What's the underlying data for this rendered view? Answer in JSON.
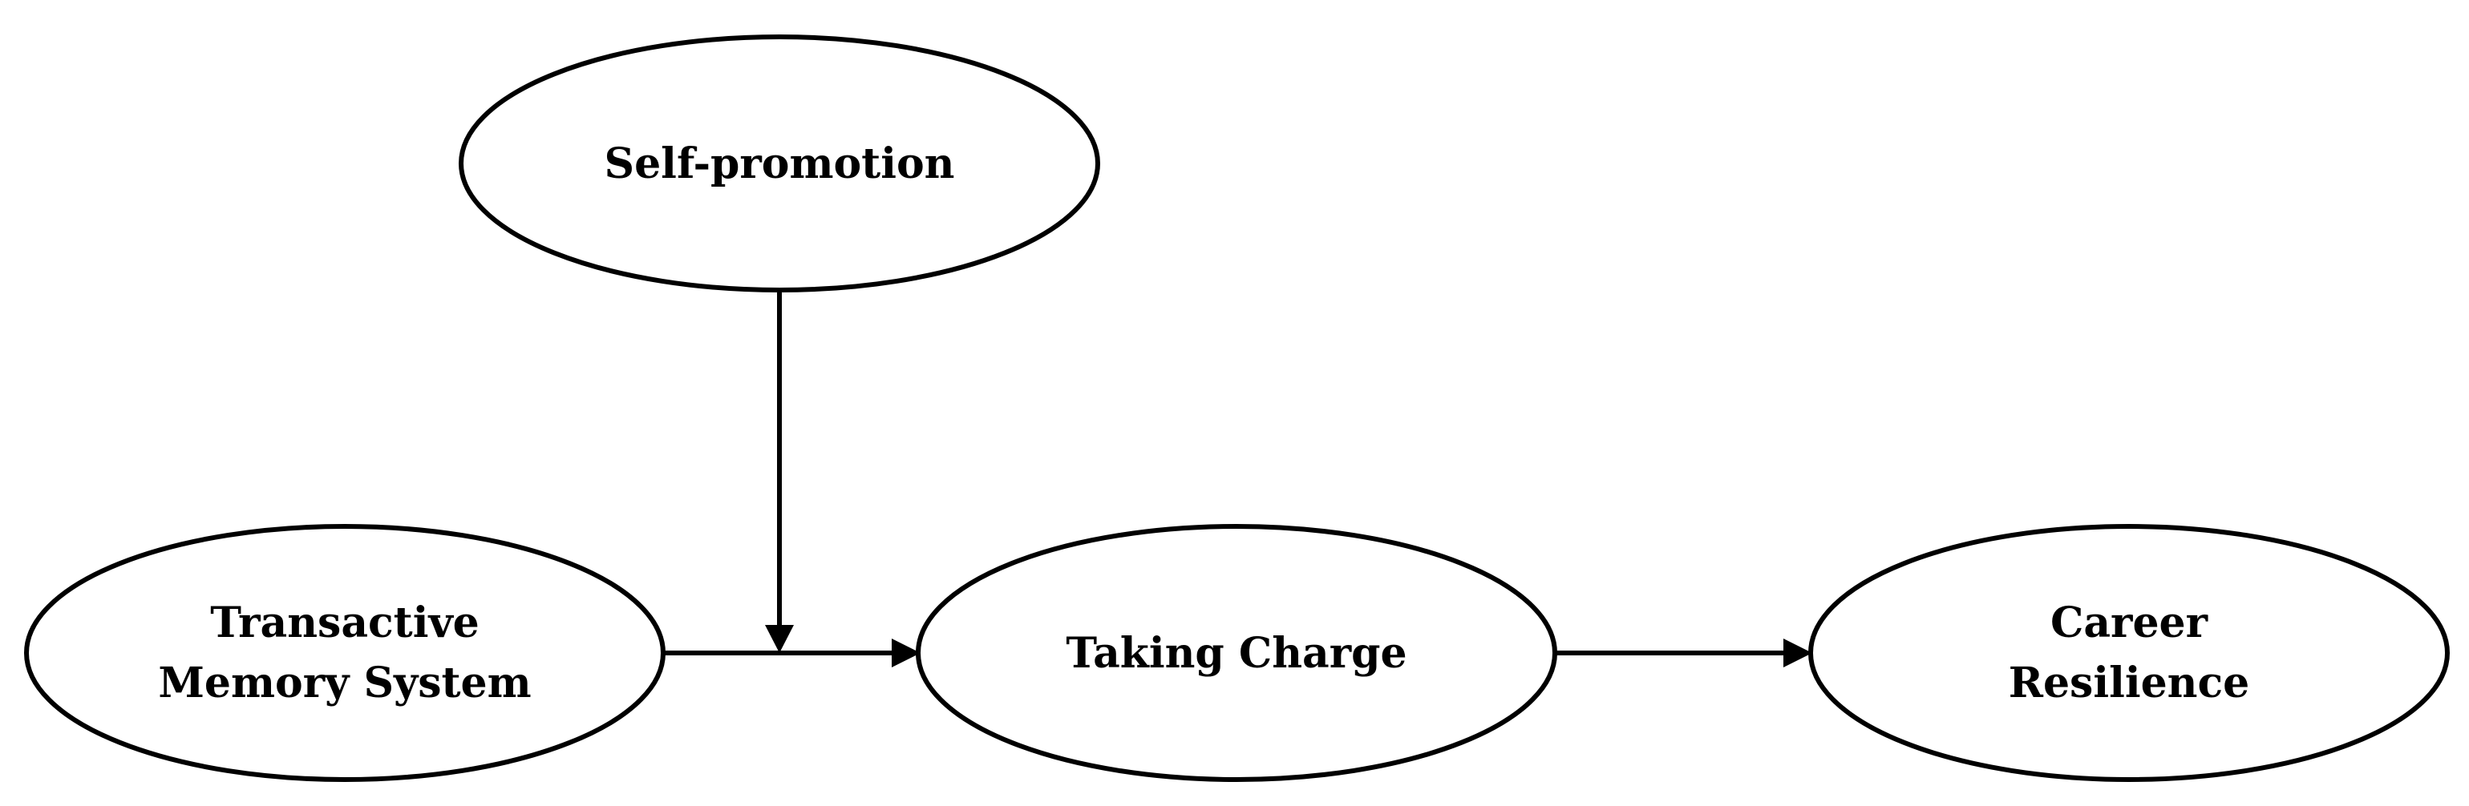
{
  "diagram": {
    "nodes": {
      "self_promotion": {
        "lines": [
          "Self-promotion"
        ]
      },
      "transactive_memory": {
        "lines": [
          "Transactive",
          "Memory System"
        ]
      },
      "taking_charge": {
        "lines": [
          "Taking Charge"
        ]
      },
      "career_resilience": {
        "lines": [
          "Career",
          "Resilience"
        ]
      }
    },
    "edges": [
      {
        "from": "transactive_memory",
        "to": "taking_charge",
        "style": "arrow"
      },
      {
        "from": "taking_charge",
        "to": "career_resilience",
        "style": "arrow"
      },
      {
        "from": "self_promotion",
        "to": "transactive_memory->taking_charge",
        "style": "moderating-arrow"
      }
    ],
    "colors": {
      "stroke": "#000000",
      "fill": "#ffffff",
      "text": "#000000"
    }
  }
}
